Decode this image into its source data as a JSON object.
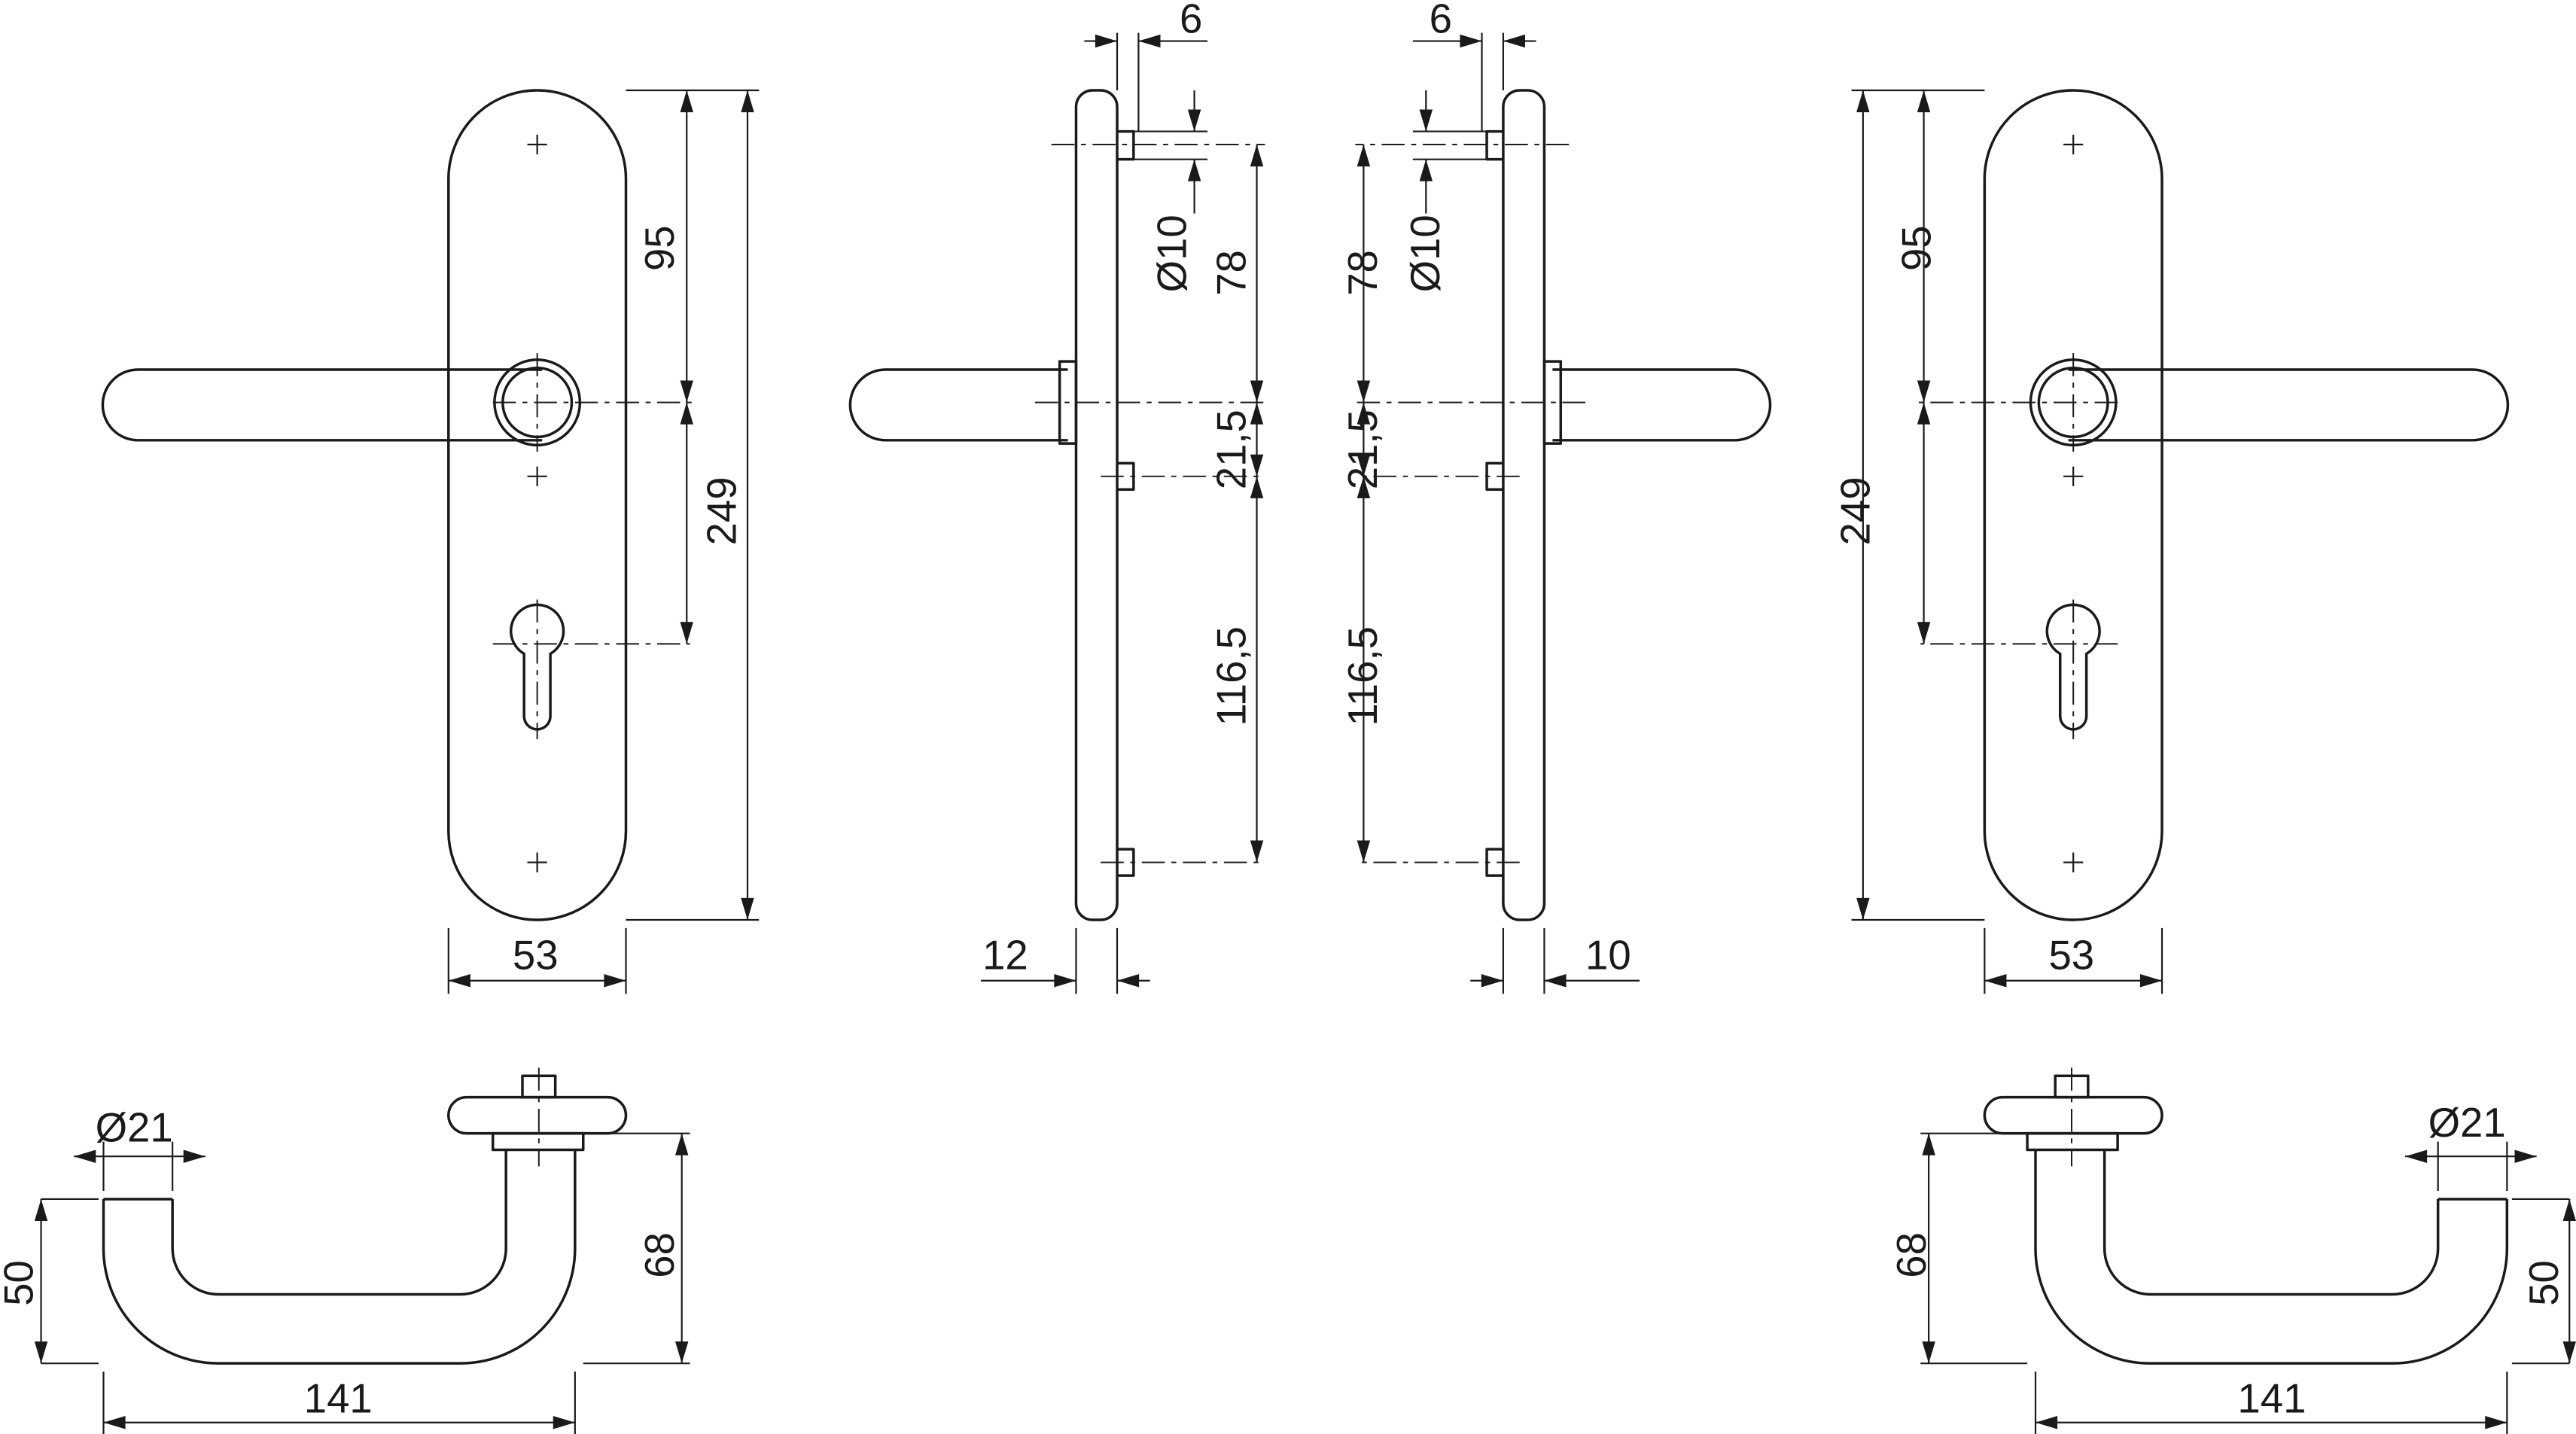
{
  "title": "Door handle set technical drawing",
  "dimensions": {
    "front_left": {
      "top_to_rose": "95",
      "total_height": "249",
      "width": "53"
    },
    "side_left": {
      "screw_offset": "6",
      "screw_diameter": "Ø10",
      "screw_to_rose": "78",
      "rose_to_screw": "21,5",
      "screw_to_screw": "116,5",
      "plate_thickness": "12"
    },
    "side_right": {
      "screw_offset": "6",
      "screw_diameter": "Ø10",
      "screw_to_rose": "78",
      "rose_to_screw": "21,5",
      "screw_to_screw": "116,5",
      "plate_thickness": "10"
    },
    "front_right": {
      "top_to_rose": "95",
      "total_height": "249",
      "width": "53"
    },
    "lever_left": {
      "diameter": "Ø21",
      "lever_height": "50",
      "projection": "68",
      "length": "141"
    },
    "lever_right": {
      "diameter": "Ø21",
      "lever_height": "50",
      "projection": "68",
      "length": "141"
    }
  }
}
